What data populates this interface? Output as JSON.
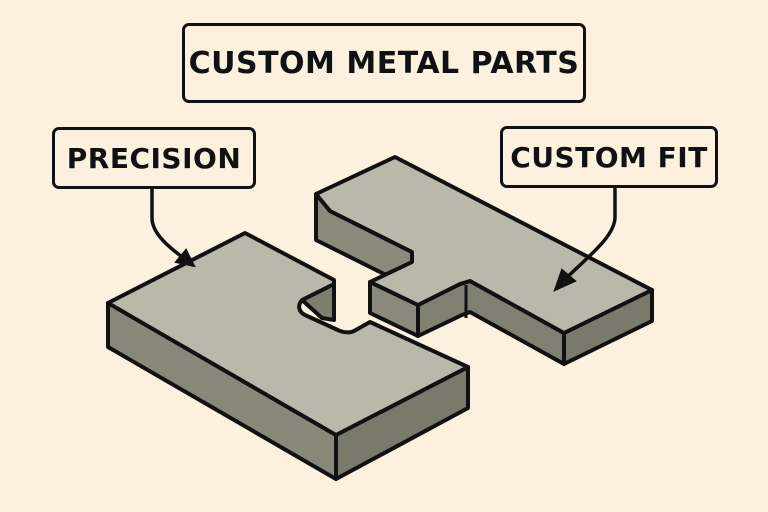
{
  "title": "CUSTOM METAL PARTS",
  "callouts": [
    {
      "id": "precision",
      "label": "PRECISION",
      "points_to": "left-metal-part"
    },
    {
      "id": "custom_fit",
      "label": "CUSTOM FIT",
      "points_to": "right-metal-part"
    }
  ],
  "parts": [
    {
      "name": "left-metal-part",
      "shape": "notched block"
    },
    {
      "name": "right-metal-part",
      "shape": "stepped T block"
    }
  ],
  "colors": {
    "background": "#fbf1de",
    "outline": "#111111",
    "metal_top": "#b9b8aa",
    "metal_side_left": "#88887a",
    "metal_side_right": "#7a7a6c"
  }
}
